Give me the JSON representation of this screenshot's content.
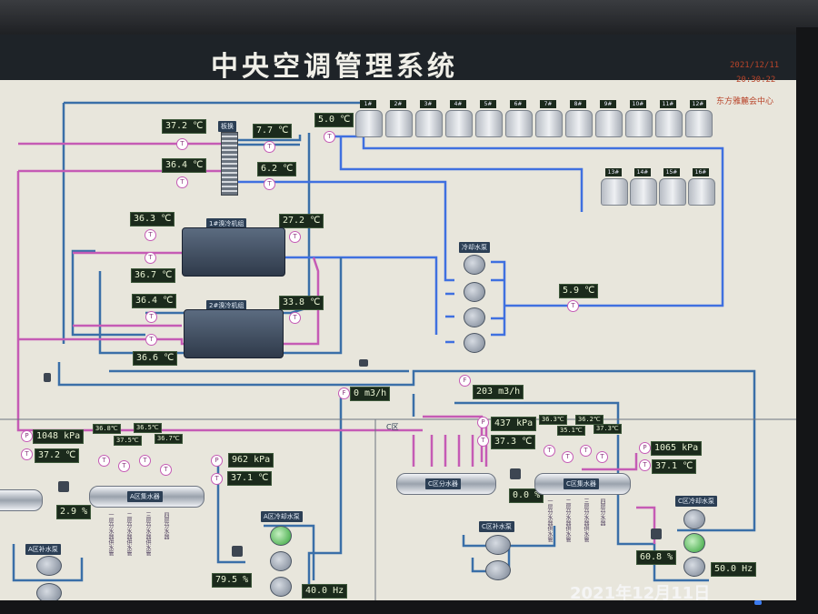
{
  "header": {
    "title": "中央空调管理系统",
    "date": "2021/12/11",
    "time": "20:30:22",
    "badge": "东方雅麓会中心"
  },
  "heat_exchanger_label": "板换",
  "temps": {
    "hx_in": "37.2 ℃",
    "hx_supply": "7.7 ℃",
    "hx_out": "36.4 ℃",
    "hx_return": "6.2 ℃",
    "tower_temp": "5.0 ℃",
    "c1_cond_in": "36.3 ℃",
    "c1_evap": "27.2 ℃",
    "c1_cond_out": "36.7 ℃",
    "c2_cond_in": "36.4 ℃",
    "c2_evap": "33.8 ℃",
    "c2_cond_out": "36.6 ℃",
    "pump_out": "5.9 ℃"
  },
  "chillers": {
    "c1": "1#溴冷机组",
    "c2": "2#溴冷机组"
  },
  "pump_group": "冷却水泵",
  "towers_row1": [
    "1#",
    "2#",
    "3#",
    "4#",
    "5#",
    "6#",
    "7#",
    "8#",
    "9#",
    "10#",
    "11#",
    "12#"
  ],
  "towers_row2": [
    "13#",
    "14#",
    "15#",
    "16#"
  ],
  "flows": {
    "flow1": "0 m3/h",
    "flow2": "203 m3/h"
  },
  "zone_a": {
    "pressure": "1048 kPa",
    "temp": "37.2 ℃",
    "tank_left_pct": "2.9 %",
    "branch_temps": [
      "36.8℃",
      "36.5℃",
      "37.5℃",
      "36.7℃"
    ],
    "tank_label": "A区集水器",
    "out_pressure": "962 kPa",
    "out_temp": "37.1 ℃",
    "refill_pump": "A区补水泵",
    "circ_pump": "A区冷却水泵",
    "valve_pct": "79.5 %",
    "freq": "40.0 Hz"
  },
  "zone_c": {
    "zone_label": "C区",
    "pressure": "437 kPa",
    "temp": "37.3 ℃",
    "branch_temps": [
      "36.3℃",
      "35.1℃",
      "36.2℃",
      "37.3℃"
    ],
    "tank1_label": "C区分水器",
    "tank2_label": "C区集水器",
    "valve_pct": "0.0 %",
    "out_pressure": "1065 kPa",
    "out_temp": "37.1 ℃",
    "refill_pump": "C区补水泵",
    "circ_pump": "C区冷却水泵",
    "valve2_pct": "60.8 %",
    "freq": "50.0 Hz"
  },
  "watermark": "2021年12月11日"
}
